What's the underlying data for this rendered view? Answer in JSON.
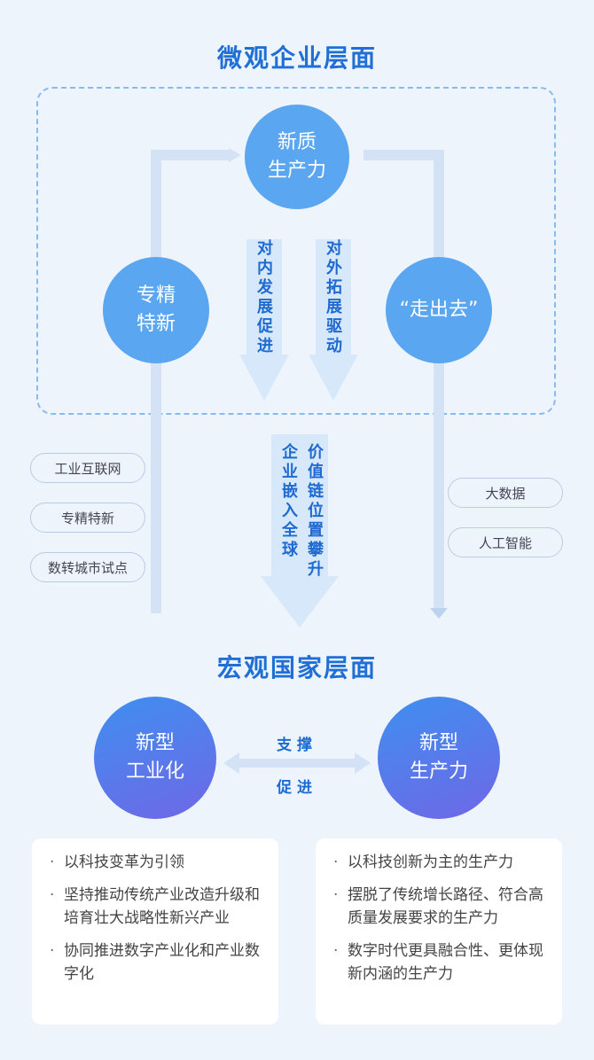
{
  "titles": {
    "micro": "微观企业层面",
    "macro": "宏观国家层面"
  },
  "top_circles": {
    "xinzhi": [
      "新质",
      "生产力"
    ],
    "zhuanjing": [
      "专精",
      "特新"
    ],
    "zouchuqu": [
      "“走出去”"
    ]
  },
  "arrow_labels": {
    "left": "对内发展促进",
    "right": "对外拓展驱动",
    "center_left": "企业嵌入全球",
    "center_right": "价值链位置攀升"
  },
  "left_pills": [
    "工业互联网",
    "专精特新",
    "数转城市试点"
  ],
  "right_pills": [
    "大数据",
    "人工智能"
  ],
  "bottom_circles": {
    "left": [
      "新型",
      "工业化"
    ],
    "right": [
      "新型",
      "生产力"
    ]
  },
  "middle_labels": {
    "top": "支撑",
    "bottom": "促进"
  },
  "left_card": [
    "以科技变革为引领",
    "坚持推动传统产业改造升级和培育壮大战略性新兴产业",
    "协同推进数字产业化和产业数字化"
  ],
  "right_card": [
    "以科技创新为主的生产力",
    "摆脱了传统增长路径、符合高质量发展要求的生产力",
    "数字时代更具融合性、更体现新内涵的生产力"
  ],
  "colors": {
    "title": "#1f6fd6",
    "circle_blue": "#5aa6f0",
    "connector": "#d4e2f6",
    "arrow_label": "#1e6ad0"
  }
}
